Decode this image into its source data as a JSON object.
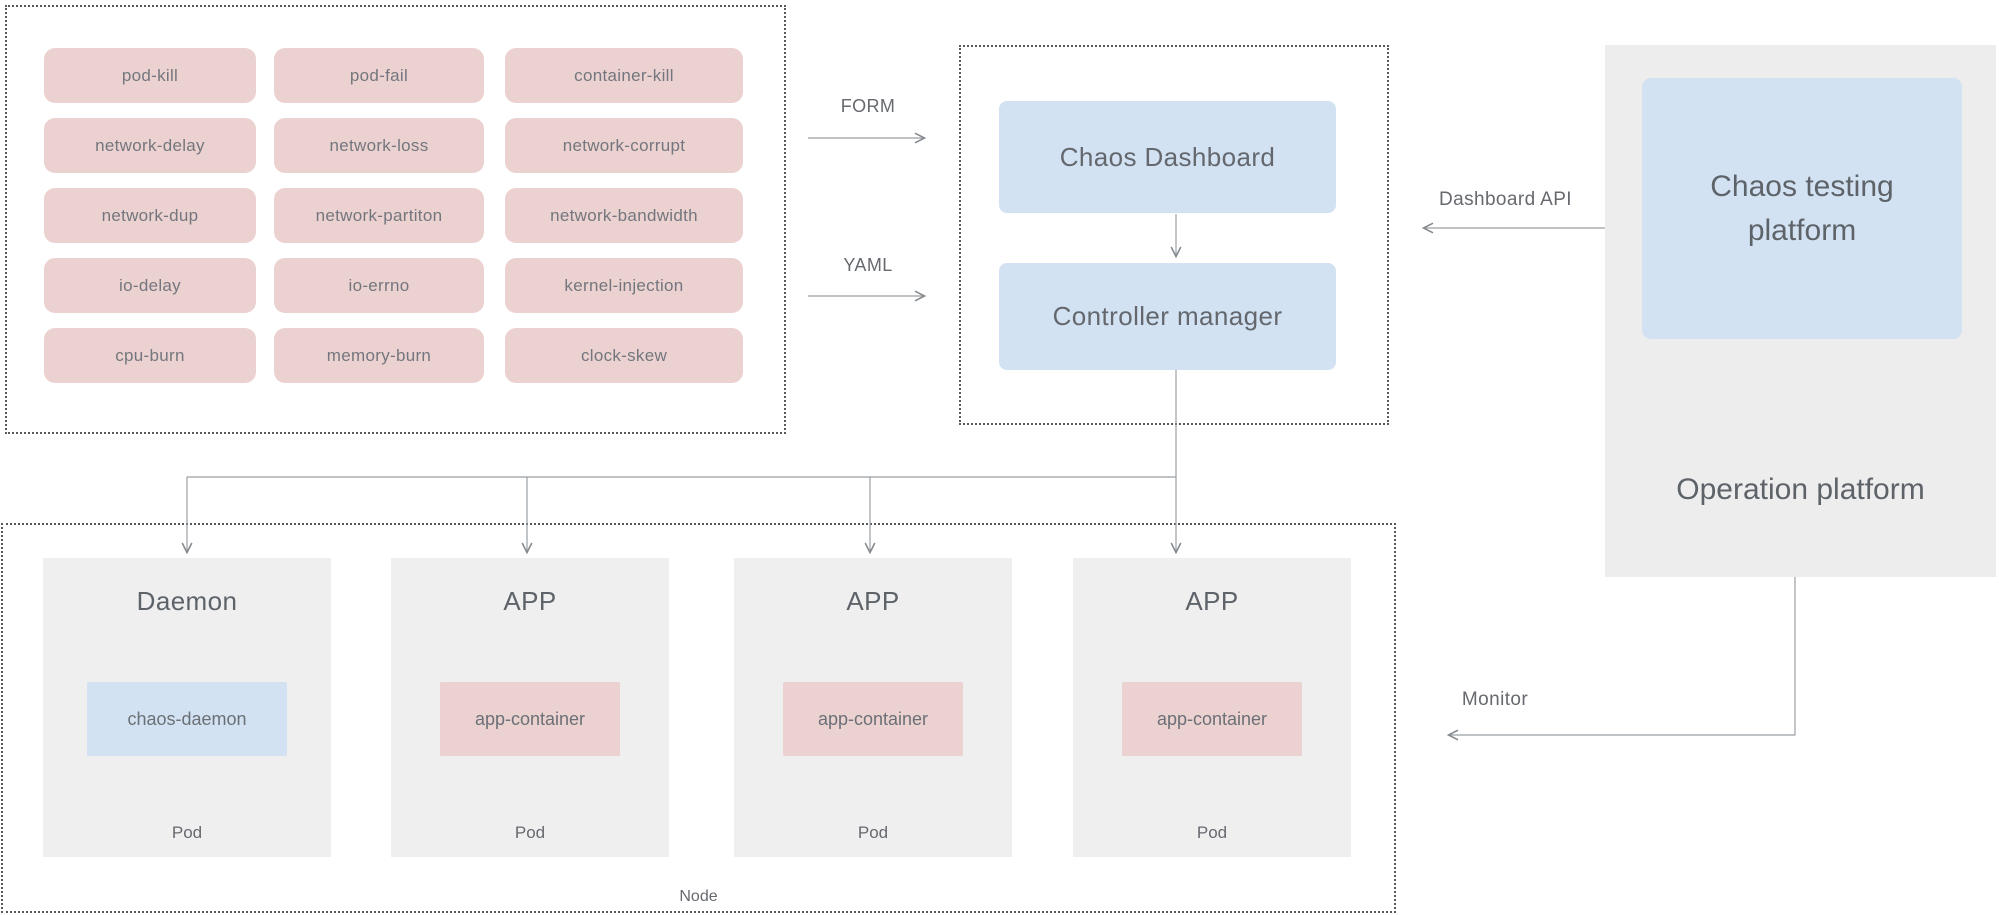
{
  "experiments": {
    "items": [
      "pod-kill",
      "pod-fail",
      "container-kill",
      "network-delay",
      "network-loss",
      "network-corrupt",
      "network-dup",
      "network-partiton",
      "network-bandwidth",
      "io-delay",
      "io-errno",
      "kernel-injection",
      "cpu-burn",
      "memory-burn",
      "clock-skew"
    ]
  },
  "flow_labels": {
    "form": "FORM",
    "yaml": "YAML",
    "dashboard_api": "Dashboard API",
    "monitor": "Monitor"
  },
  "control_plane": {
    "dashboard": "Chaos Dashboard",
    "controller_manager": "Controller manager"
  },
  "platform": {
    "chaos_testing": "Chaos testing platform",
    "operation": "Operation platform"
  },
  "node": {
    "label": "Node",
    "pods": [
      {
        "title": "Daemon",
        "container": "chaos-daemon",
        "pod_label": "Pod"
      },
      {
        "title": "APP",
        "container": "app-container",
        "pod_label": "Pod"
      },
      {
        "title": "APP",
        "container": "app-container",
        "pod_label": "Pod"
      },
      {
        "title": "APP",
        "container": "app-container",
        "pod_label": "Pod"
      }
    ]
  },
  "colors": {
    "experiment_pink": "#ecd1d1",
    "component_blue": "#d2e2f2",
    "platform_gray": "#ededee",
    "pod_gray": "#efeff0",
    "connector_gray": "#9b9fa3",
    "text_gray": "#6b7076"
  }
}
